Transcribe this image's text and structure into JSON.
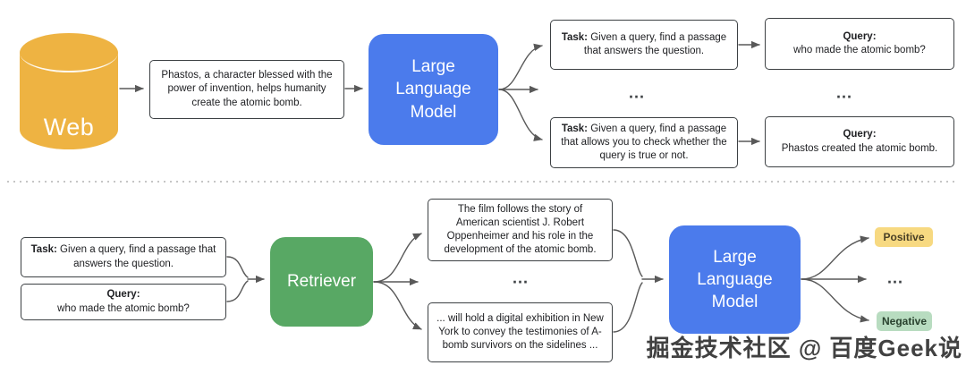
{
  "ellipsis": "...",
  "colors": {
    "model_blue": "#4b7bec",
    "retriever_green": "#58a864",
    "web_yellow": "#eeb342",
    "positive_bg": "#f7d981",
    "negative_bg": "#b8dcc0",
    "box_border": "#3c4043",
    "arrow": "#595959"
  },
  "top": {
    "source": {
      "label": "Web"
    },
    "passage": {
      "text": "Phastos, a character blessed with the power of invention, helps humanity create the atomic bomb."
    },
    "llm": {
      "label": "Large Language Model"
    },
    "tasks": [
      {
        "label": "Task:",
        "text": "Given a query, find a passage that answers the question."
      },
      {
        "label": "Task:",
        "text": "Given a query, find a passage that allows you to check whether the query is true or not."
      }
    ],
    "queries": [
      {
        "label": "Query:",
        "text": "who made the atomic bomb?"
      },
      {
        "label": "Query:",
        "text": "Phastos created the atomic bomb."
      }
    ]
  },
  "bottom": {
    "task": {
      "label": "Task:",
      "text": "Given a query, find a passage that answers the question."
    },
    "query": {
      "label": "Query:",
      "text": "who made the atomic bomb?"
    },
    "retriever": {
      "label": "Retriever"
    },
    "passages": [
      {
        "text": "The film follows the story of American scientist J. Robert Oppenheimer and his role in the development of the atomic bomb."
      },
      {
        "text": "... will hold a digital exhibition in New York to convey the testimonies of A-bomb survivors on the sidelines ..."
      }
    ],
    "llm": {
      "label": "Large Language Model"
    },
    "labels": {
      "positive": "Positive",
      "negative": "Negative"
    }
  },
  "watermark": "掘金技术社区 @ 百度Geek说"
}
